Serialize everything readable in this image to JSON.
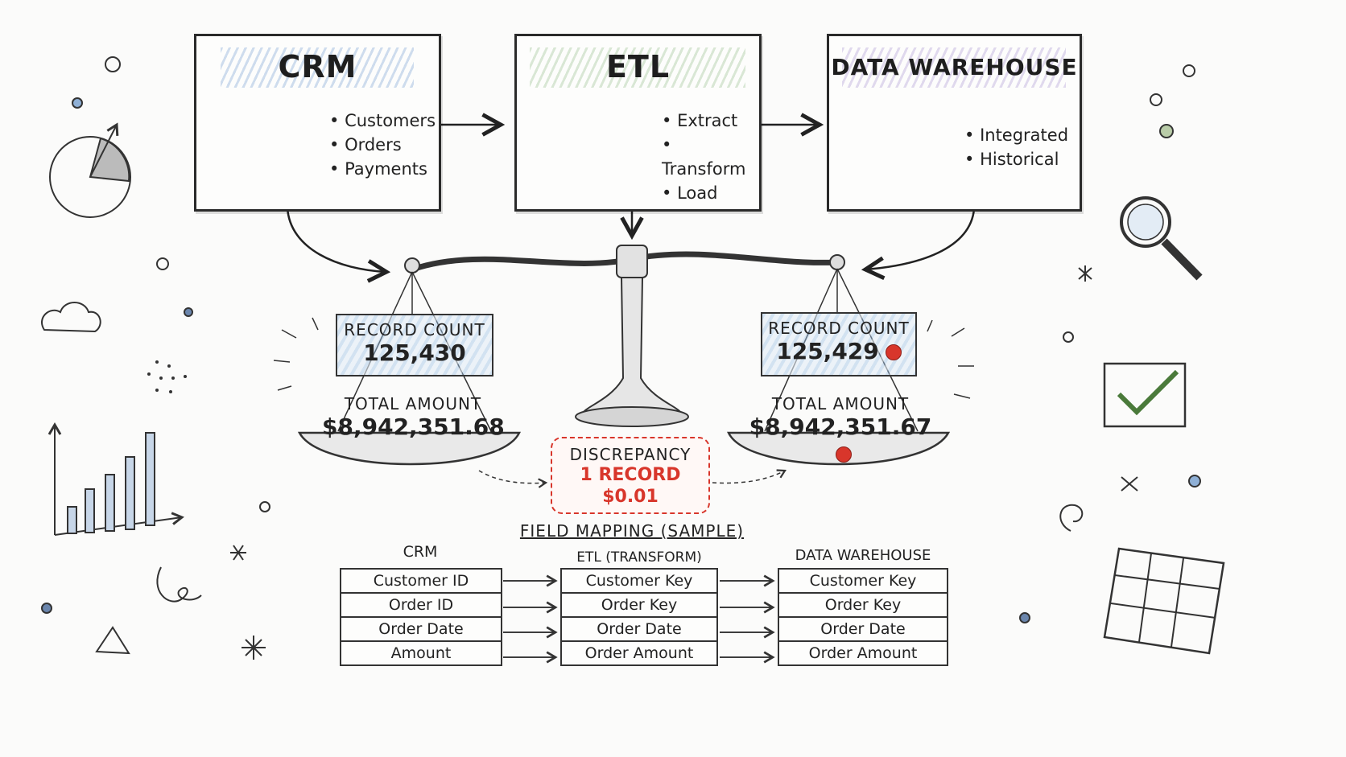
{
  "sources": {
    "crm": {
      "title": "CRM",
      "items": [
        "Customers",
        "Orders",
        "Payments"
      ],
      "icon": "database-icon"
    },
    "etl": {
      "title": "ETL",
      "items": [
        "Extract",
        "Transform",
        "Load"
      ],
      "icon": "gears-icon"
    },
    "warehouse": {
      "title": "DATA WAREHOUSE",
      "items": [
        "Integrated",
        "Historical"
      ],
      "icon": "database-icon"
    }
  },
  "left_pan": {
    "count_label": "RECORD COUNT",
    "count_value": "125,430",
    "amount_label": "TOTAL AMOUNT",
    "amount_value": "$8,942,351.68"
  },
  "right_pan": {
    "count_label": "RECORD COUNT",
    "count_value": "125,429",
    "amount_label": "TOTAL AMOUNT",
    "amount_value": "$8,942,351.67"
  },
  "discrepancy": {
    "label": "DISCREPANCY",
    "records": "1 RECORD",
    "amount": "$0.01"
  },
  "field_mapping": {
    "title": "FIELD MAPPING (SAMPLE)",
    "columns": [
      "CRM",
      "ETL (TRANSFORM)",
      "DATA WAREHOUSE"
    ],
    "rows": [
      [
        "Customer ID",
        "Customer Key",
        "Customer Key"
      ],
      [
        "Order ID",
        "Order Key",
        "Order Key"
      ],
      [
        "Order Date",
        "Order Date",
        "Order Date"
      ],
      [
        "Amount",
        "Order Amount",
        "Order Amount"
      ]
    ]
  },
  "colors": {
    "alert": "#d8362b",
    "ink": "#2a2a2a",
    "blue": "#a0c3e6",
    "green": "#4a7a3a"
  }
}
